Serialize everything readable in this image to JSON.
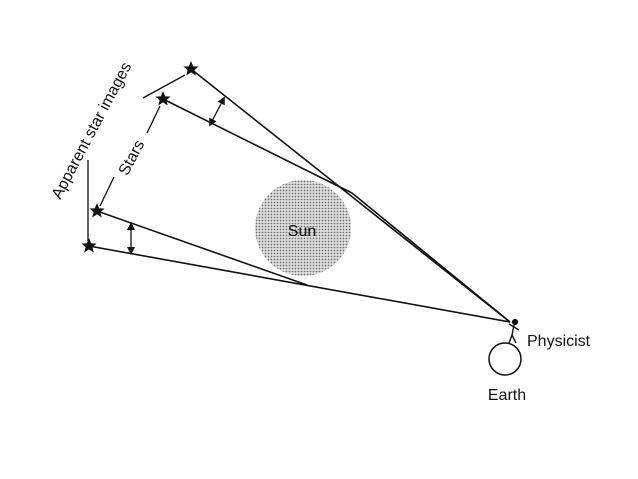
{
  "labels": {
    "apparent_star_images": "Apparent star images",
    "stars": "Stars",
    "sun": "Sun",
    "physicist": "Physicist",
    "earth": "Earth"
  },
  "colors": {
    "ink": "#111111",
    "sun_fill": "#bdbdbd"
  },
  "icons": {
    "star": "star-icon",
    "observer": "person-icon",
    "arrow": "double-arrow-icon"
  }
}
